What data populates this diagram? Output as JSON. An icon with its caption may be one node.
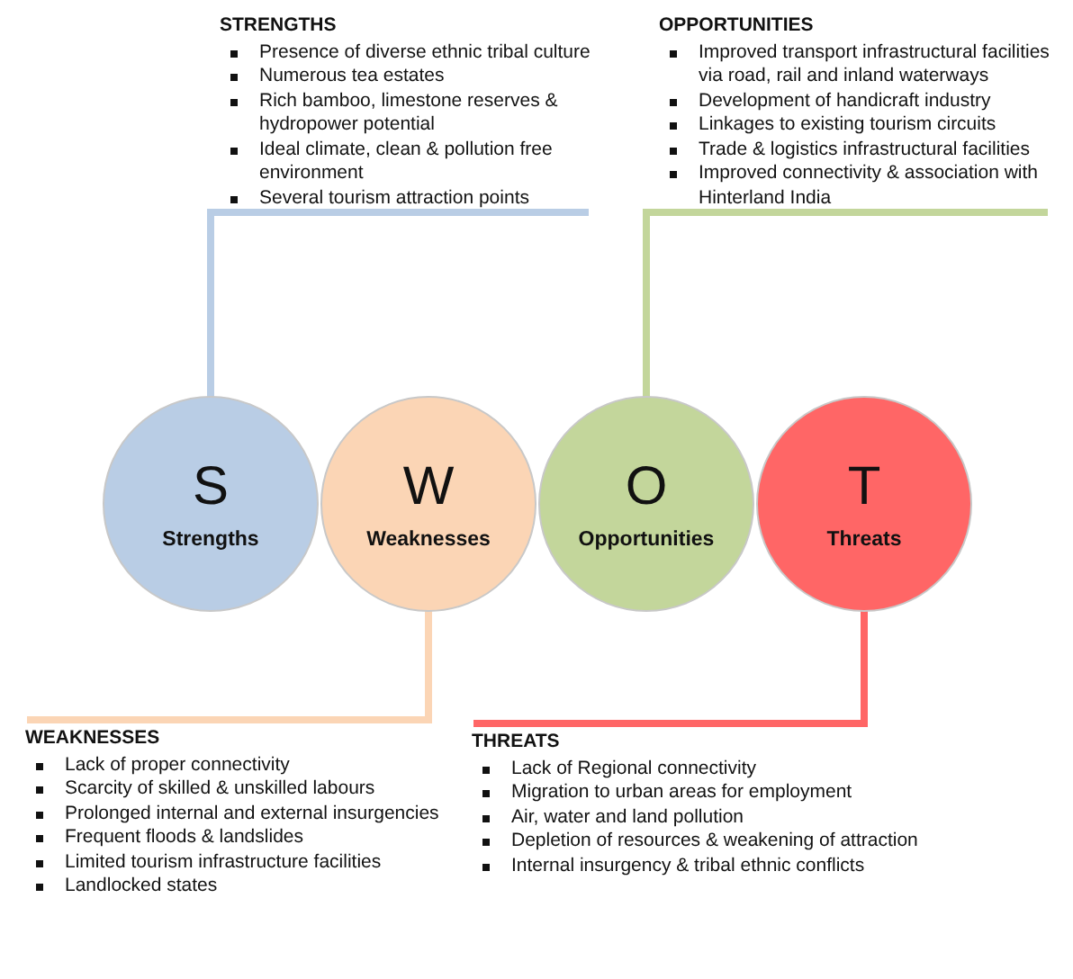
{
  "diagram": {
    "nodes": [
      {
        "text": [
          "STRENGTHS",
          "Presence of diverse ethnic tribal culture",
          "Numerous tea estates",
          "Rich bamboo, limestone reserves & hydropower potential",
          "Ideal climate, clean & pollution free environment",
          "Several tourism attraction points"
        ]
      },
      {
        "text": [
          "OPPORTUNITIES",
          "Improved transport infrastructural facilities via road, rail and inland waterways",
          "Development of handicraft industry",
          "Linkages to existing tourism circuits",
          "Trade & logistics infrastructural facilities",
          "Improved connectivity & association with Hinterland India"
        ]
      },
      {
        "text": [
          "S",
          "Strengths"
        ]
      },
      {
        "text": [
          "W",
          "Weaknesses"
        ]
      },
      {
        "text": [
          "O",
          "Opportunities"
        ]
      },
      {
        "text": [
          "T",
          "Threats"
        ]
      },
      {
        "text": [
          "WEAKNESSES",
          "Lack of proper connectivity",
          "Scarcity of skilled & unskilled labours",
          "Prolonged internal and external insurgencies",
          "Frequent floods & landslides",
          "Limited tourism infrastructure facilities",
          "Landlocked states"
        ]
      },
      {
        "text": [
          "THREATS",
          "Lack of Regional connectivity",
          "Migration to urban areas for employment",
          "Air, water and land pollution",
          "Depletion of resources & weakening of attraction",
          "Internal insurgency & tribal ethnic conflicts"
        ]
      }
    ],
    "edges": [
      {
        "from": 0,
        "to": 2,
        "arrow": "none",
        "color": "#b9cde5"
      },
      {
        "from": 1,
        "to": 4,
        "arrow": "none",
        "color": "#c3d69b"
      },
      {
        "from": 6,
        "to": 3,
        "arrow": "none",
        "color": "#fbd5b5"
      },
      {
        "from": 7,
        "to": 5,
        "arrow": "none",
        "color": "#ff6666"
      }
    ]
  }
}
